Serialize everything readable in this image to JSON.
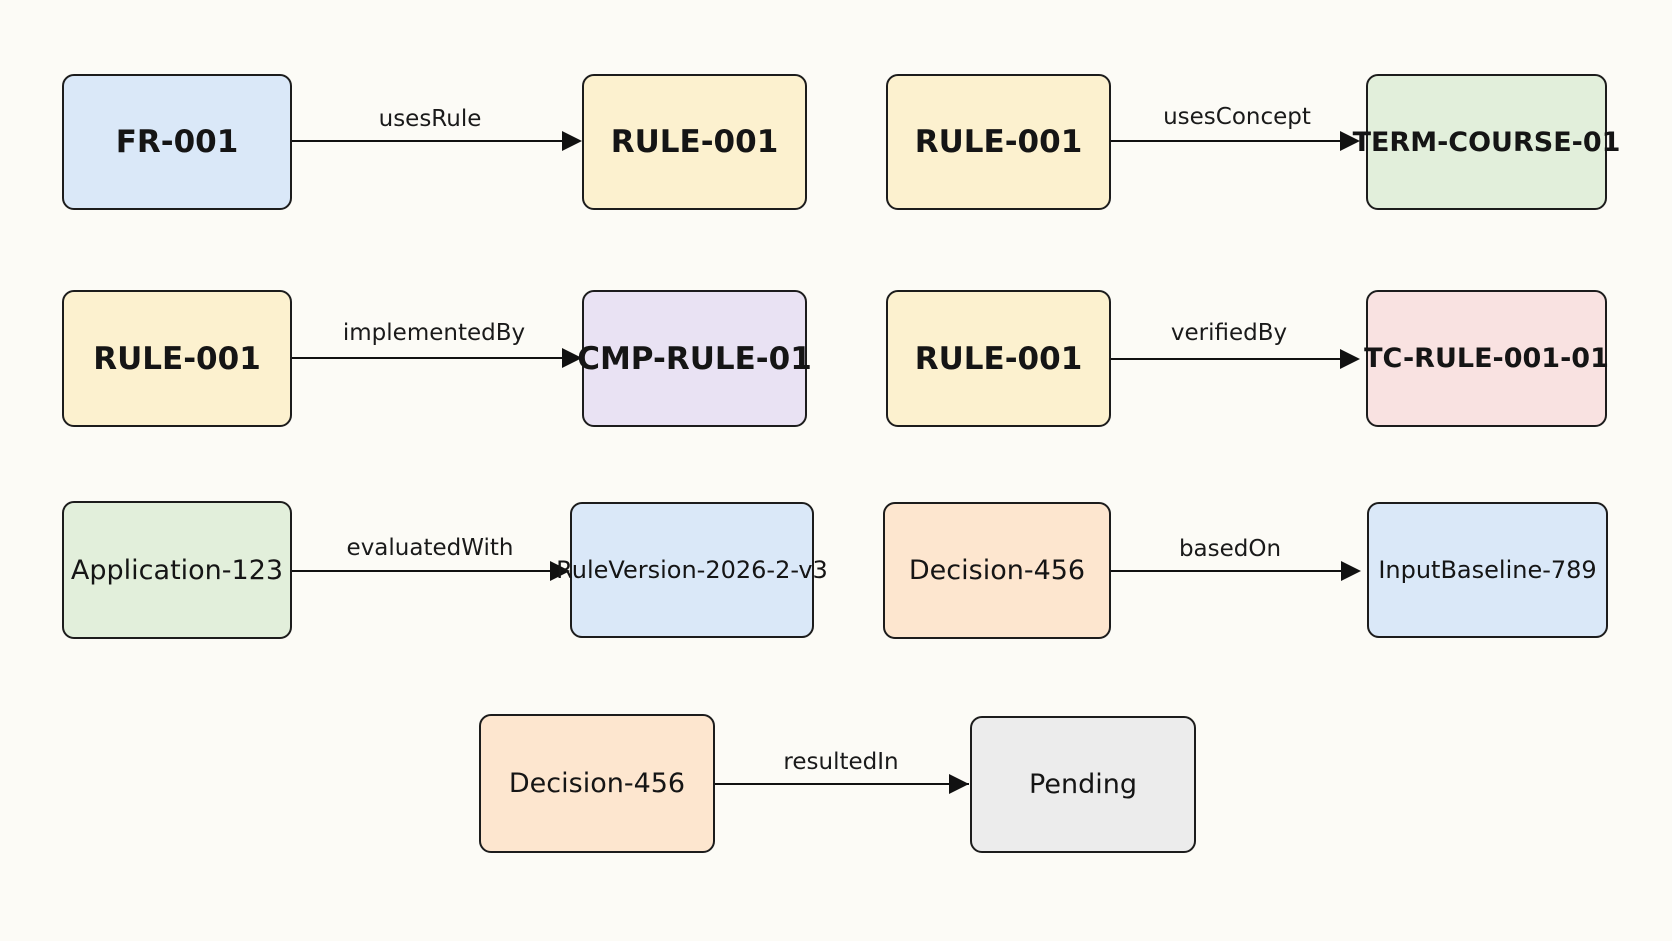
{
  "colors": {
    "background": "#fcfbf6",
    "blue": "#dae8f8",
    "yellow": "#fcf1cf",
    "green": "#e2efdb",
    "purple": "#e9e2f3",
    "pink": "#f9e2e1",
    "orange": "#fde6cf",
    "gray": "#ececec",
    "stroke": "#1c1c1c"
  },
  "relations": [
    {
      "source": "FR-001",
      "label": "usesRule",
      "target": "RULE-001"
    },
    {
      "source": "RULE-001",
      "label": "usesConcept",
      "target": "TERM-COURSE-01"
    },
    {
      "source": "RULE-001",
      "label": "implementedBy",
      "target": "CMP-RULE-01"
    },
    {
      "source": "RULE-001",
      "label": "verifiedBy",
      "target": "TC-RULE-001-01"
    },
    {
      "source": "Application-123",
      "label": "evaluatedWith",
      "target": "RuleVersion-2026-2-v3"
    },
    {
      "source": "Decision-456",
      "label": "basedOn",
      "target": "InputBaseline-789"
    },
    {
      "source": "Decision-456",
      "label": "resultedIn",
      "target": "Pending"
    }
  ]
}
